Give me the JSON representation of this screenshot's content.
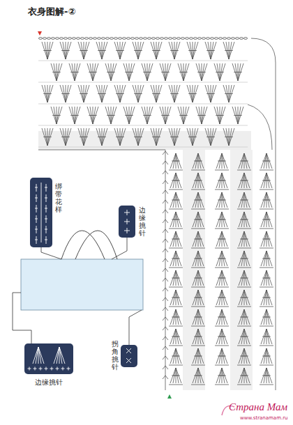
{
  "diagram": {
    "title": "衣身图解-②",
    "labels": [
      "绑带花样",
      "边缘挑针",
      "拐角挑针",
      "边缘挑针",
      "Страна Мам",
      "www.stranamam.ru"
    ]
  }
}
